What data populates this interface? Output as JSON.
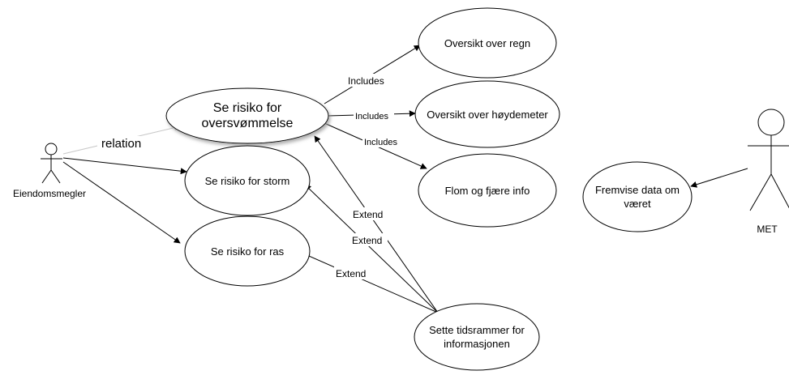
{
  "actors": {
    "broker": "Eiendomsmegler",
    "met": "MET"
  },
  "use_cases": {
    "flood_line1": "Se risiko for",
    "flood_line2": "oversvømmelse",
    "storm": "Se risiko for storm",
    "slide": "Se risiko for ras",
    "rain": "Oversikt over regn",
    "elevation": "Oversikt over høydemeter",
    "tide": "Flom og fjære info",
    "timeframe_line1": "Sette tidsrammer for",
    "timeframe_line2": "informasjonen",
    "weather_line1": "Fremvise data om",
    "weather_line2": "været"
  },
  "edge_labels": {
    "relation": "relation",
    "includes_rain": "Includes",
    "includes_elevation": "Includes",
    "includes_tide": "Includes",
    "extend_flood": "Extend",
    "extend_storm": "Extend",
    "extend_slide": "Extend"
  }
}
